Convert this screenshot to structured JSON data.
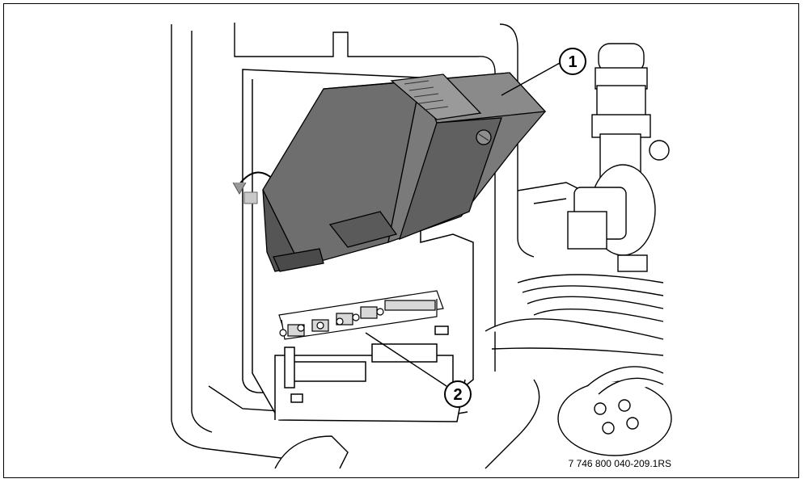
{
  "figure": {
    "callouts": [
      {
        "number": "1"
      },
      {
        "number": "2"
      }
    ],
    "reference_code": "7 746 800 040-209.1RS",
    "colors": {
      "module_fill": "#6e6e6e",
      "module_dark": "#555555",
      "line": "#000000",
      "background": "#ffffff"
    }
  }
}
